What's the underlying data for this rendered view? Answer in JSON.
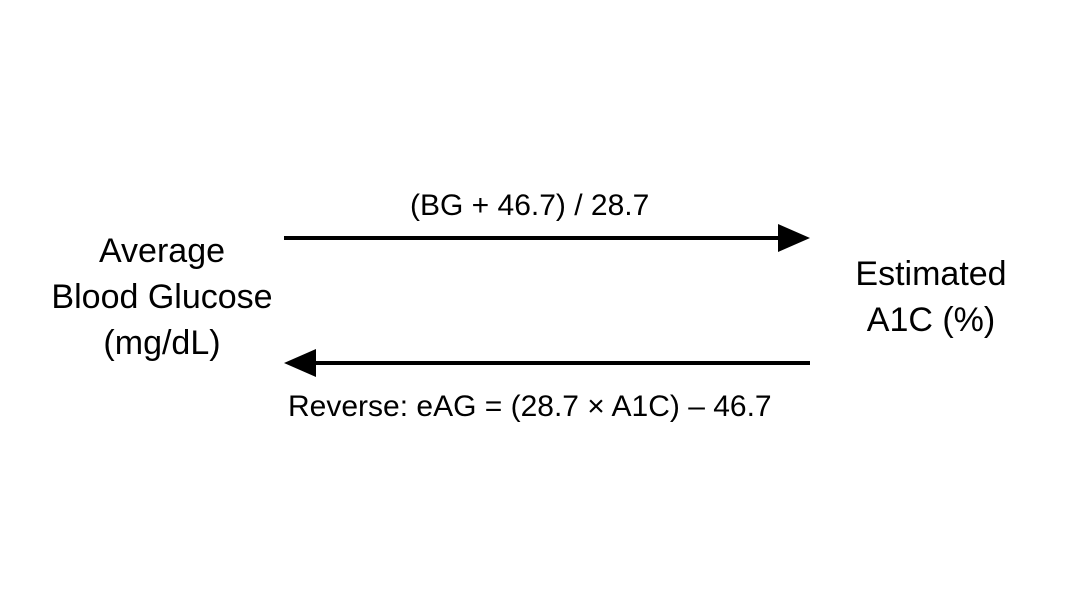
{
  "nodes": {
    "left": {
      "lines": [
        "Average",
        "Blood Glucose",
        "(mg/dL)"
      ]
    },
    "right": {
      "lines": [
        "Estimated",
        "A1C (%)"
      ]
    }
  },
  "edges": {
    "forward": {
      "label": "(BG + 46.7) / 28.7",
      "direction": "left-to-right"
    },
    "reverse": {
      "label": "Reverse: eAG = (28.7 × A1C) – 46.7",
      "direction": "right-to-left"
    }
  },
  "colors": {
    "background": "#ffffff",
    "ink": "#000000"
  }
}
